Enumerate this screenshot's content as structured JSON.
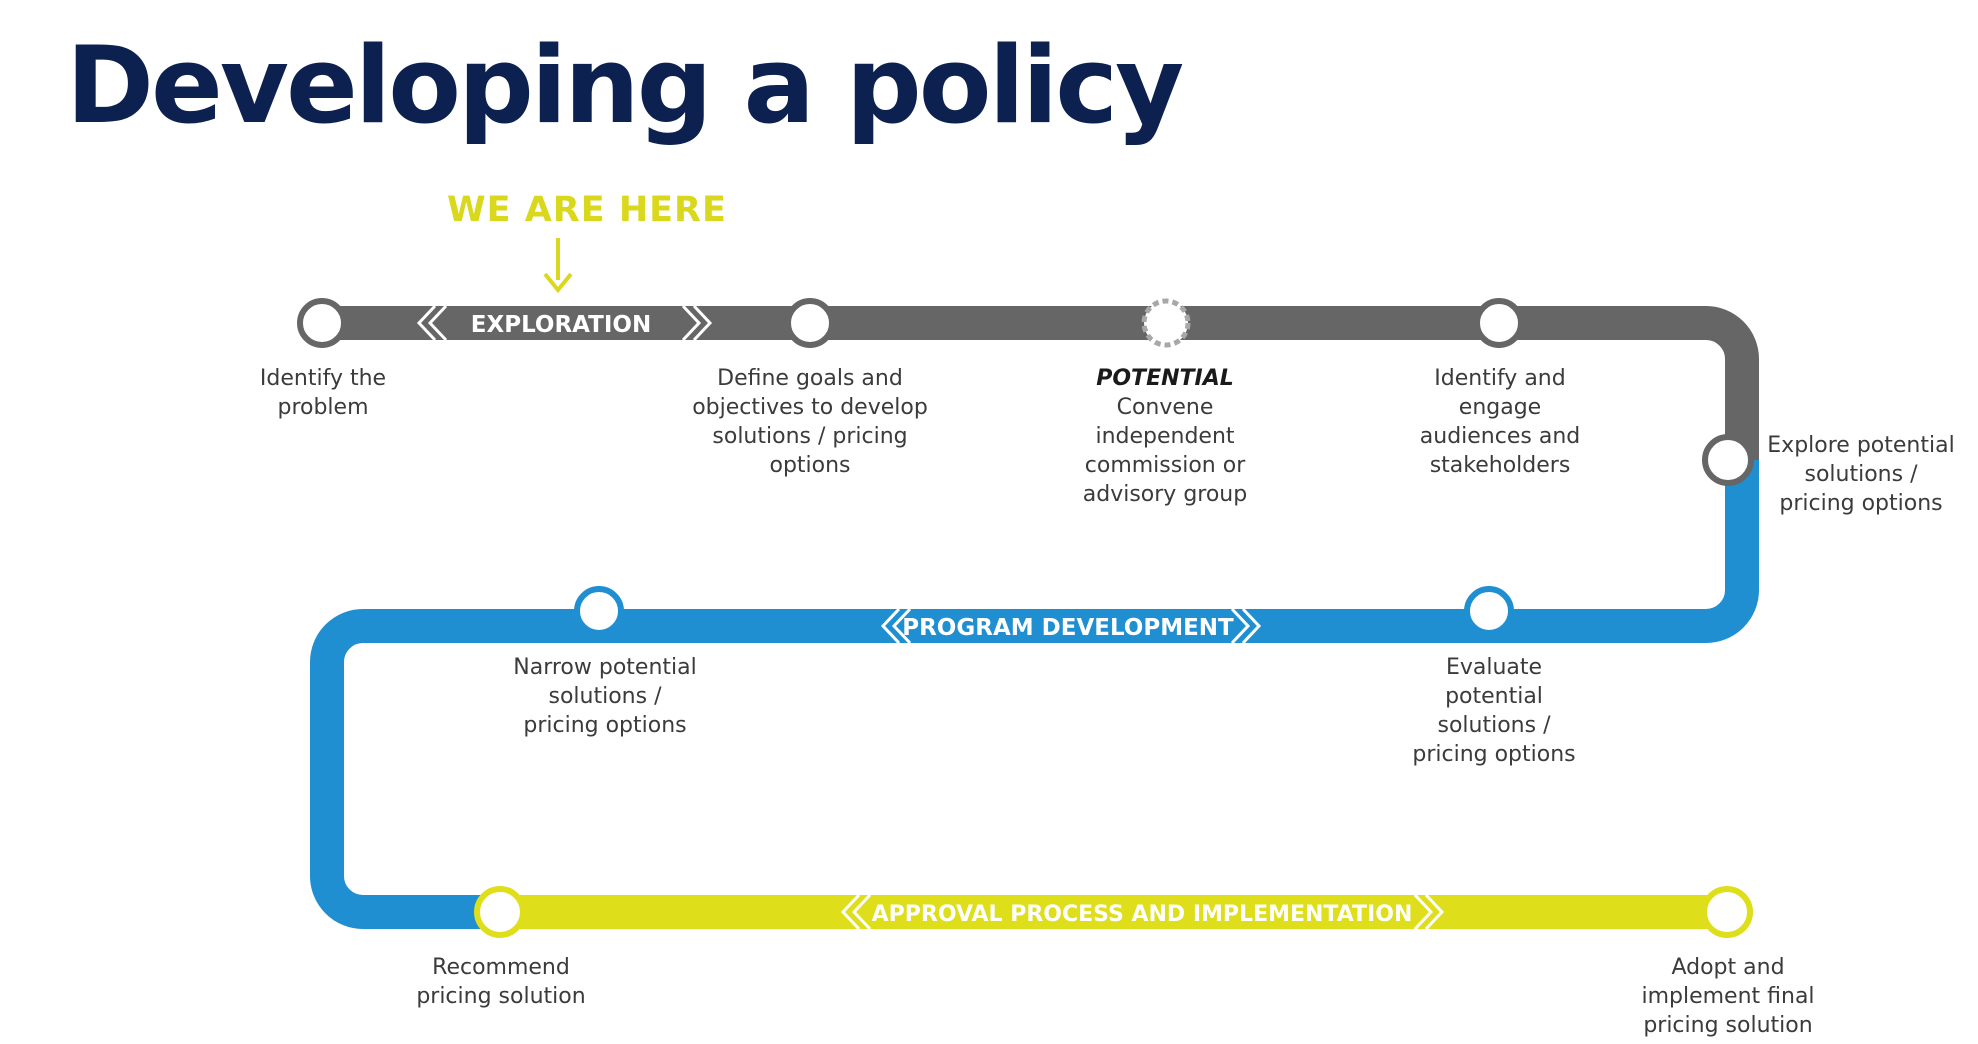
{
  "title": "Developing a policy",
  "we_are_here": "WE ARE HERE",
  "colors": {
    "title": "#0d2150",
    "phase_exploration": "#666666",
    "phase_program_development": "#1f8fd2",
    "phase_approval": "#dede1a",
    "we_are_here": "#d9d81c"
  },
  "phases": {
    "exploration": "EXPLORATION",
    "program_development": "PROGRAM DEVELOPMENT",
    "approval": "APPROVAL PROCESS  AND IMPLEMENTATION"
  },
  "steps": {
    "identify_problem": [
      "Identify the",
      "problem"
    ],
    "define_goals": [
      "Define goals and",
      "objectives to develop",
      "solutions / pricing",
      "options"
    ],
    "potential_heading": "POTENTIAL",
    "convene": [
      "Convene",
      "independent",
      "commission or",
      "advisory group"
    ],
    "identify_engage": [
      "Identify and",
      "engage",
      "audiences and",
      "stakeholders"
    ],
    "explore": [
      "Explore potential",
      "solutions /",
      "pricing options"
    ],
    "evaluate": [
      "Evaluate",
      "potential",
      "solutions /",
      "pricing options"
    ],
    "narrow": [
      "Narrow potential",
      "solutions /",
      "pricing options"
    ],
    "recommend": [
      "Recommend",
      "pricing solution"
    ],
    "adopt": [
      "Adopt and",
      "implement final",
      "pricing solution"
    ]
  }
}
